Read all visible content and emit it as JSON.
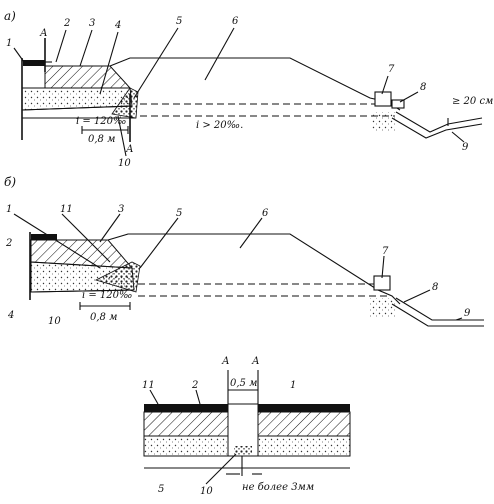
{
  "fig_a": {
    "panel_label": "а)",
    "callouts": [
      "1",
      "2",
      "3",
      "4",
      "5",
      "6",
      "7",
      "8",
      "9",
      "10"
    ],
    "section_mark_top": "А",
    "section_mark_bottom": "А",
    "slope_label": "i = 120‰",
    "width_label": "0,8 м",
    "drain_slope": "i > 20‰.",
    "depth_label": "≥ 20 см"
  },
  "fig_b": {
    "panel_label": "б)",
    "callouts": [
      "1",
      "11",
      "3",
      "5",
      "6",
      "7",
      "8",
      "9",
      "2",
      "4",
      "10"
    ],
    "slope_label": "i = 120‰",
    "width_label": "0,8 м"
  },
  "fig_c": {
    "section_a_left": "А",
    "section_a_right": "А",
    "gap_label": "0,5 м",
    "callouts": [
      "11",
      "2",
      "1",
      "5",
      "10"
    ],
    "tolerance_label": "не более 3мм"
  }
}
